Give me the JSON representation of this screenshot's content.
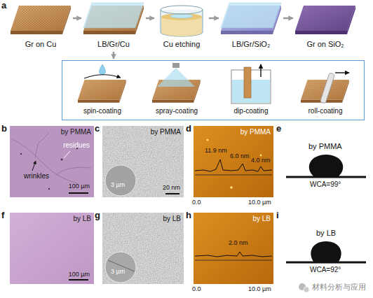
{
  "diagram": {
    "nodes": [
      {
        "text": [
          "Gr on Cu"
        ]
      },
      {
        "text": [
          "LB/Gr/Cu"
        ]
      },
      {
        "text": [
          "Cu etching"
        ]
      },
      {
        "text": [
          "LB/Gr/SiO₂"
        ]
      },
      {
        "text": [
          "Gr on SiO₂"
        ]
      },
      {
        "text": []
      },
      {
        "text": [
          "spin-coating"
        ],
        "in": 5
      },
      {
        "text": [
          "spray-coating"
        ],
        "in": 5
      },
      {
        "text": [
          "dip-coating"
        ],
        "in": 5
      },
      {
        "text": [
          "roll-coating"
        ],
        "in": 5
      },
      {
        "text": [
          "by PMMA",
          "wrinkles",
          "residues",
          "100 µm"
        ]
      },
      {
        "text": [
          "by PMMA",
          "20 nm",
          "3 µm"
        ]
      },
      {
        "text": [
          "by PMMA",
          "11.9 nm",
          "6.0 nm",
          "4.0 nm"
        ]
      },
      {
        "text": [
          "by LB",
          "100 µm"
        ]
      },
      {
        "text": [
          "by LB",
          "3 µm"
        ]
      },
      {
        "text": [
          "by LB",
          "2.0 nm"
        ]
      }
    ],
    "edges": [
      {
        "from": 0,
        "to": 1,
        "arrow": "to"
      },
      {
        "from": 1,
        "to": 2,
        "arrow": "to"
      },
      {
        "from": 2,
        "to": 3,
        "arrow": "to"
      },
      {
        "from": 3,
        "to": 4,
        "arrow": "to"
      },
      {
        "from": 1,
        "to": 5,
        "arrow": "to"
      }
    ],
    "labels": [
      "a",
      "b",
      "c",
      "d",
      "0.0",
      "10.0 µm",
      "e",
      "by PMMA",
      "WCA=99°",
      "f",
      "g",
      "h",
      "0.0",
      "10.0 µm",
      "i",
      "by LB",
      "WCA=92°",
      "材料分析与应用"
    ]
  }
}
